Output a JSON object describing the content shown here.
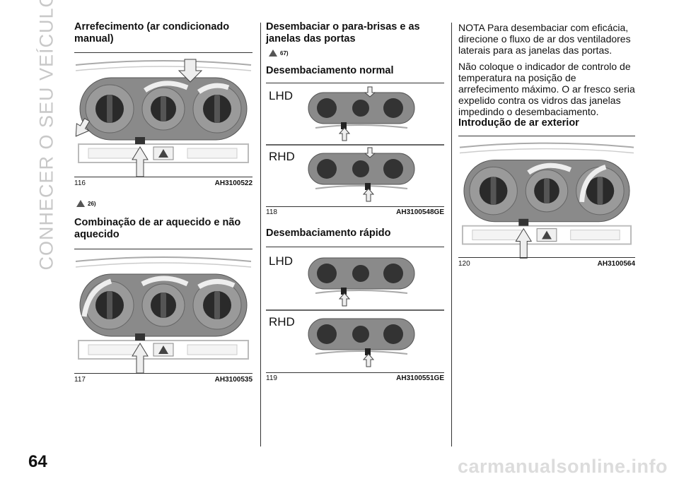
{
  "page": {
    "section_title": "CONHECER O SEU VEÍCULO",
    "page_number": "64",
    "watermark": "carmanualsonline.info"
  },
  "col1": {
    "heading1": "Arrefecimento (ar condicionado manual)",
    "fig116": {
      "number": "116",
      "code": "AH3100522"
    },
    "warning_ref": "26)",
    "heading2": "Combinação de ar aquecido e não aquecido",
    "fig117": {
      "number": "117",
      "code": "AH3100535"
    }
  },
  "col2": {
    "heading1": "Desembaciar o para-brisas e as janelas das portas",
    "warning_ref": "67)",
    "heading2": "Desembaciamento normal",
    "fig118": {
      "number": "118",
      "code": "AH3100548GE",
      "label_top": "LHD",
      "label_bottom": "RHD"
    },
    "heading3": "Desembaciamento rápido",
    "fig119": {
      "number": "119",
      "code": "AH3100551GE",
      "label_top": "LHD",
      "label_bottom": "RHD"
    }
  },
  "col3": {
    "note": "NOTA  Para desembaciar com eficácia, direcione o fluxo de ar dos ventiladores laterais para as janelas das portas.",
    "para": "Não coloque o indicador de controlo de temperatura na posição de arrefecimento máximo. O ar fresco seria expelido contra os vidros das janelas impedindo o desembaciamento.",
    "heading": "Introdução de ar exterior",
    "fig120": {
      "number": "120",
      "code": "AH3100564"
    }
  },
  "icons": [
    "warning-triangle-icon",
    "arrow-icon",
    "hazard-button-icon"
  ]
}
